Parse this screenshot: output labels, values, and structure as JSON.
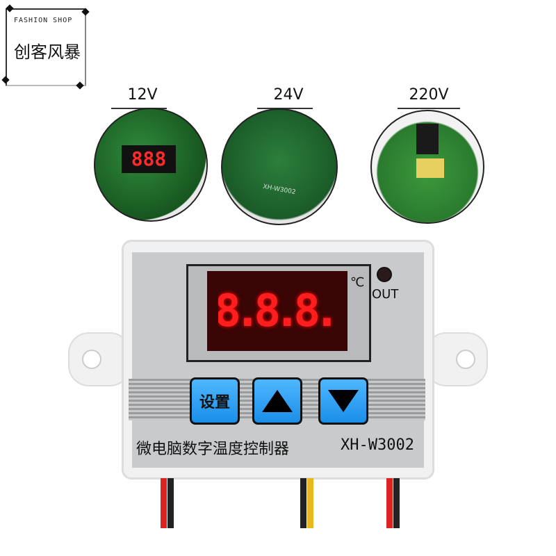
{
  "logo": {
    "shop": "FASHION SHOP",
    "brand": "创客风暴"
  },
  "variants": [
    {
      "label": "12V",
      "display": "888"
    },
    {
      "label": "24V",
      "board_marking": "XH-W3002"
    },
    {
      "label": "220V"
    }
  ],
  "device": {
    "display_value": "8.8.8.",
    "unit": "℃",
    "indicator_label": "OUT",
    "buttons": [
      {
        "label": "设置",
        "icon": ""
      },
      {
        "label": "",
        "icon": "up-triangle-icon"
      },
      {
        "label": "",
        "icon": "down-triangle-icon"
      }
    ],
    "description": "微电脑数字温度控制器",
    "model": "XH-W3002",
    "colors": {
      "display": "#ff1e1e",
      "buttons": "#2e9ff0",
      "housing": "#f1f1f1"
    }
  }
}
